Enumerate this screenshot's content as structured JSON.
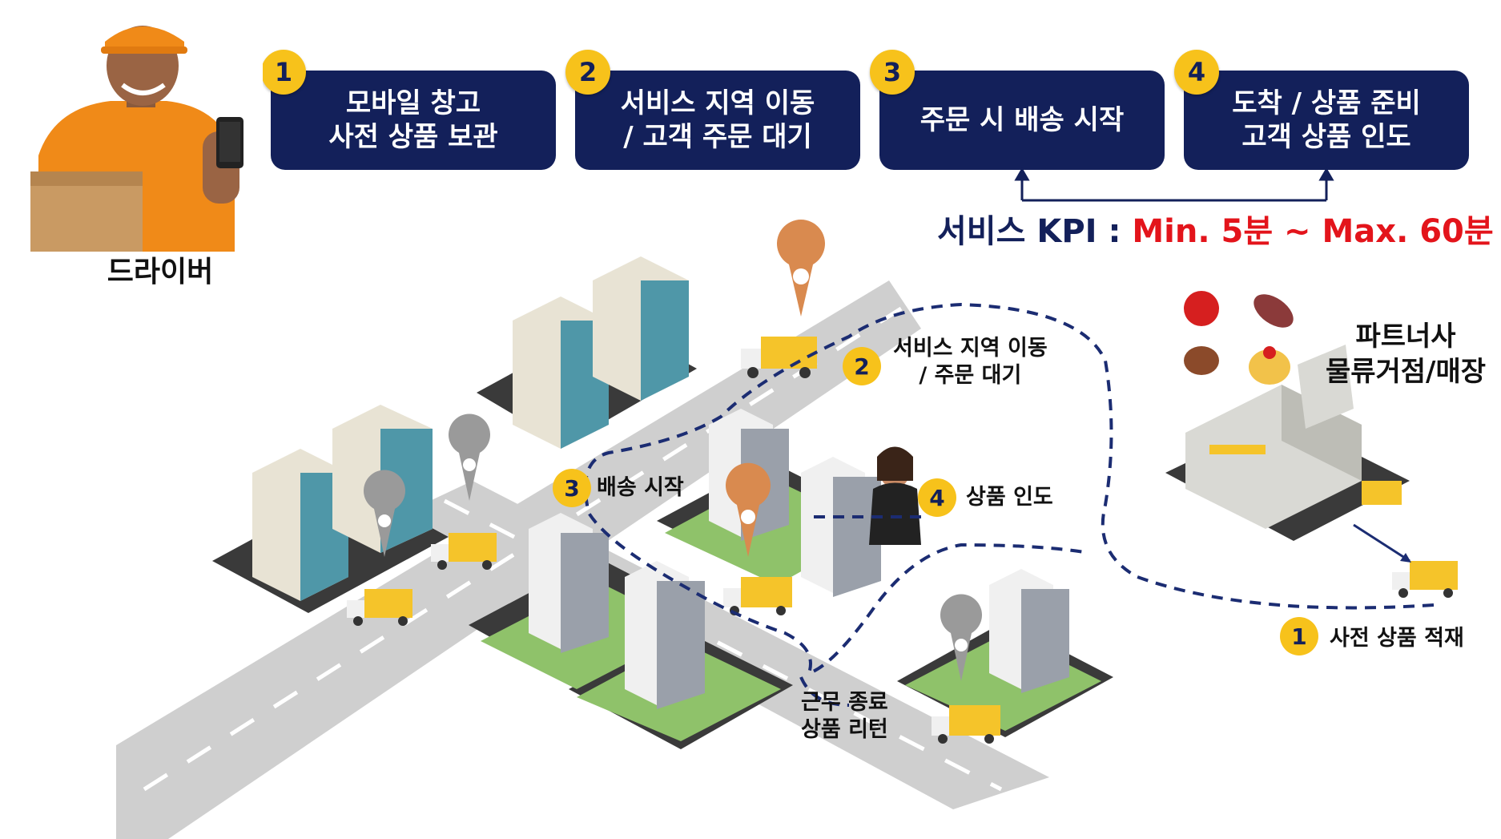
{
  "steps": [
    {
      "num": "1",
      "label": "모바일 창고\n사전 상품 보관"
    },
    {
      "num": "2",
      "label": "서비스 지역 이동\n/ 고객 주문 대기"
    },
    {
      "num": "3",
      "label": "주문 시 배송 시작"
    },
    {
      "num": "4",
      "label": "도착 / 상품 준비\n고객 상품 인도"
    }
  ],
  "kpi": {
    "prefix": "서비스 KPI : ",
    "min": "Min. 5분",
    "sep": " ~ ",
    "max": "Max. 60분"
  },
  "driver_label": "드라이버",
  "partner_label": "파트너사\n물류거점/매장",
  "route": [
    {
      "num": "1",
      "label": "사전 상품 적재"
    },
    {
      "num": "2",
      "label": "서비스 지역 이동\n/ 주문 대기"
    },
    {
      "num": "3",
      "label": "배송 시작"
    },
    {
      "num": "4",
      "label": "상품 인도"
    }
  ],
  "return_label": "근무 종료\n상품 리턴",
  "colors": {
    "navy": "#13205a",
    "badge": "#f7c21b",
    "kpi_red": "#e3141b",
    "road": "#cfcfcf",
    "truck": "#f5c42a",
    "route": "#1b2c72"
  }
}
